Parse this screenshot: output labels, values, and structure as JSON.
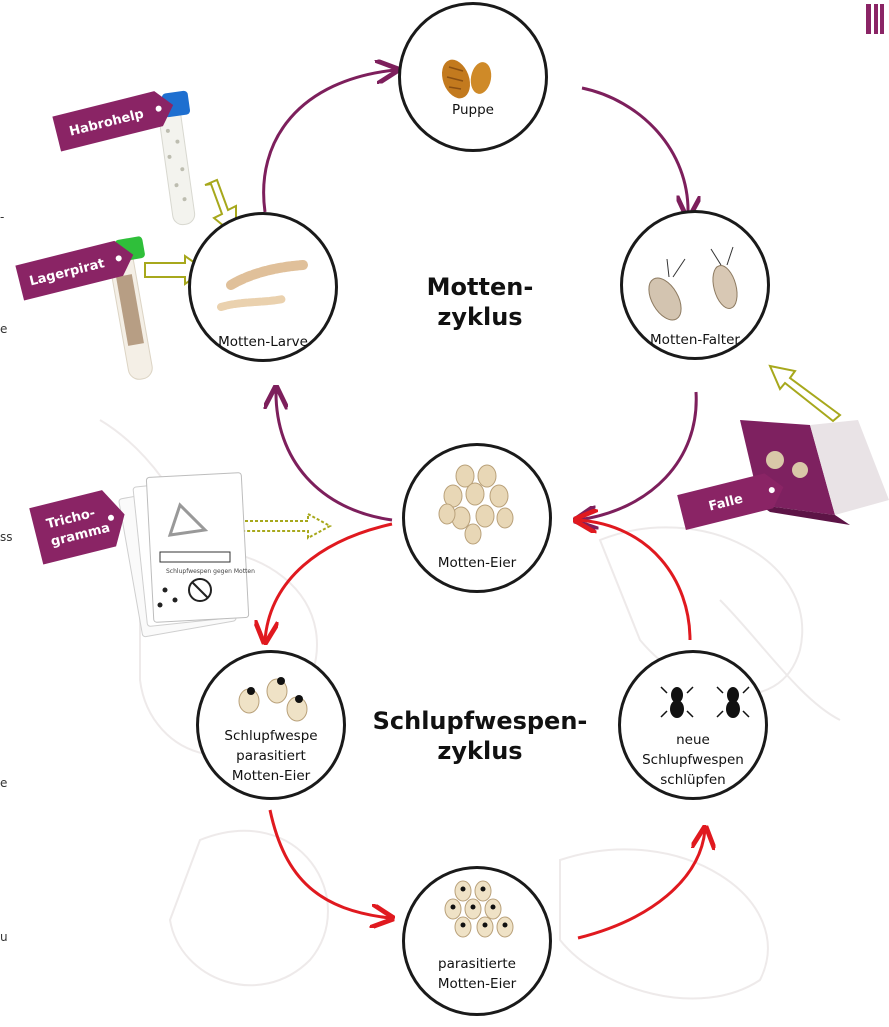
{
  "titles": {
    "moth_cycle": [
      "Motten-",
      "zyklus"
    ],
    "wasp_cycle": [
      "Schlupfwespen-",
      "zyklus"
    ]
  },
  "nodes": {
    "pupa": [
      "Puppe"
    ],
    "moth_adult": [
      "Motten-Falter"
    ],
    "moth_larva": [
      "Motten-Larve"
    ],
    "moth_eggs": [
      "Motten-Eier"
    ],
    "wasp_parasitizes": [
      "Schlupfwespe",
      "parasitiert",
      "Motten-Eier"
    ],
    "new_wasps": [
      "neue",
      "Schlupfwespen",
      "schlüpfen"
    ],
    "parasitized_eggs": [
      "parasitierte",
      "Motten-Eier"
    ]
  },
  "products": {
    "habrohelp": "Habrohelp",
    "lagerpirat": "Lagerpirat",
    "trichogramma": [
      "Tricho-",
      "gramma"
    ],
    "falle": "Falle"
  },
  "card_text": "Schlupfwespen gegen Motten",
  "colors": {
    "moth_arrow": "#7d1f5c",
    "wasp_arrow": "#e0191f",
    "tag": "#8a2465",
    "product_arrow": "#a7a81c"
  },
  "left_margin_fragments": [
    "-",
    "e",
    "ss",
    "e",
    "u"
  ]
}
